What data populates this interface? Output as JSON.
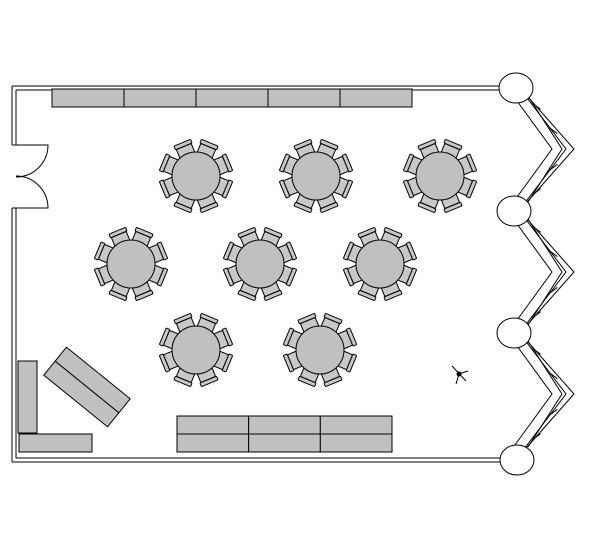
{
  "diagram": {
    "kind": "banquet room floor plan",
    "colors": {
      "background": "#ffffff",
      "line": "#000000",
      "furniture_fill": "#c0c0c0",
      "chair_fill": "#c8c8c8",
      "column_fill": "#ffffff"
    },
    "round_tables": [
      {
        "id": "table-1",
        "seats": 8
      },
      {
        "id": "table-2",
        "seats": 8
      },
      {
        "id": "table-3",
        "seats": 8
      },
      {
        "id": "table-4",
        "seats": 8
      },
      {
        "id": "table-5",
        "seats": 8
      },
      {
        "id": "table-6",
        "seats": 8
      },
      {
        "id": "table-7",
        "seats": 8
      },
      {
        "id": "table-8",
        "seats": 8
      }
    ],
    "buffet_table_top_segments": 5,
    "buffet_table_bottom_segments": 6,
    "window_bays": 3,
    "columns": 4,
    "entry_doors": "double swing",
    "icons": [
      "door-icon",
      "table-icon",
      "chair-icon",
      "column-icon",
      "plant-icon"
    ]
  }
}
